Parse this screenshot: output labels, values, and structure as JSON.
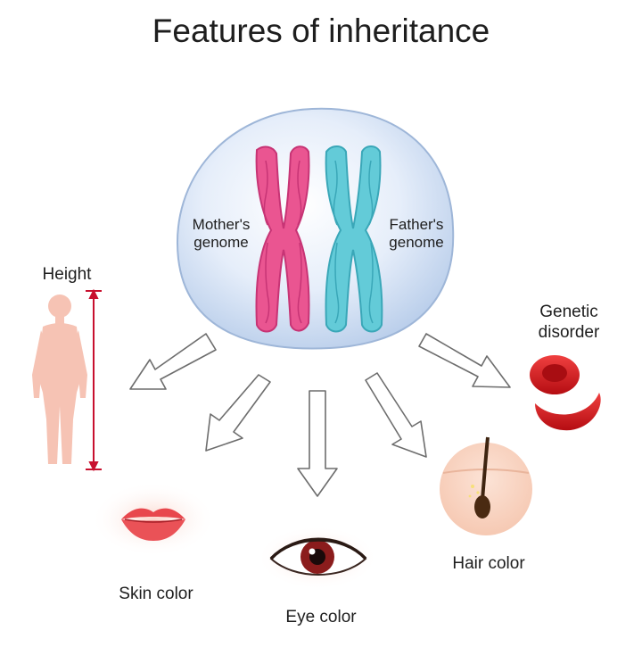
{
  "title": "Features of inheritance",
  "genomes": {
    "mother": "Mother's genome",
    "father": "Father's genome"
  },
  "traits": {
    "height": "Height",
    "genetic_disorder": "Genetic disorder",
    "skin_color": "Skin color",
    "eye_color": "Eye color",
    "hair_color": "Hair color"
  },
  "colors": {
    "cell": "#c9dcf2",
    "mother_chromosome": "#e84b8a",
    "father_chromosome": "#5ec8d6",
    "body": "#f6c3b4",
    "height_line": "#c8102e",
    "blood_cell": "#d5151b",
    "iris": "#8b1c1c",
    "lips": "#e8474d"
  }
}
